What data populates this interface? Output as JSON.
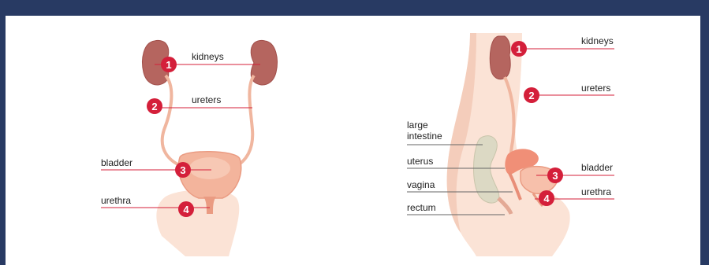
{
  "colors": {
    "border": "#283a63",
    "marker": "#d41f3a",
    "leader": "#d41f3a",
    "kidney": "#b5655f",
    "skin": "#f7d6c6",
    "bladder": "#f1a58e",
    "intestine": "#dcd9c4"
  },
  "front_view": {
    "labels": {
      "kidneys": "kidneys",
      "ureters": "ureters",
      "bladder": "bladder",
      "urethra": "urethra"
    },
    "markers": [
      "1",
      "2",
      "3",
      "4"
    ]
  },
  "side_view": {
    "labels": {
      "kidneys": "kidneys",
      "ureters": "ureters",
      "large_intestine_line1": "large",
      "large_intestine_line2": "intestine",
      "uterus": "uterus",
      "vagina": "vagina",
      "rectum": "rectum",
      "bladder": "bladder",
      "urethra": "urethra"
    },
    "markers": [
      "1",
      "2",
      "3",
      "4"
    ]
  }
}
